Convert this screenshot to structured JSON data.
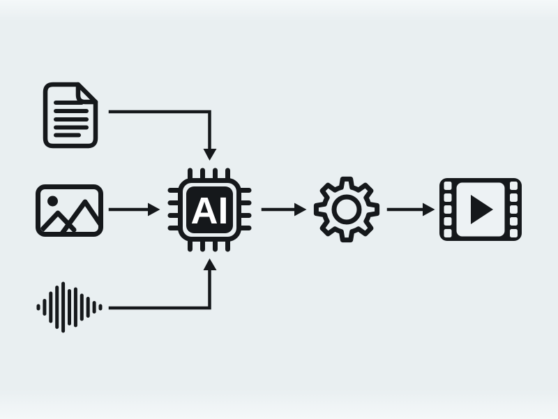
{
  "colors": {
    "background": "#e9eff1",
    "background_edge": "#f4f8f9",
    "ink": "#15181b",
    "chip_fill": "#15181b",
    "chip_label_color": "#ffffff",
    "film_screen": "#edf2f4"
  },
  "chip": {
    "label": "AI"
  },
  "waveform": {
    "bar_heights": [
      9,
      24,
      45,
      62,
      73,
      52,
      57,
      39,
      30,
      18,
      9
    ]
  },
  "nodes": [
    {
      "id": "document-input",
      "icon": "document-icon"
    },
    {
      "id": "image-input",
      "icon": "image-icon"
    },
    {
      "id": "audio-input",
      "icon": "audio-waveform-icon"
    },
    {
      "id": "ai-processor",
      "icon": "ai-chip-icon",
      "label": "AI"
    },
    {
      "id": "processing",
      "icon": "gear-icon"
    },
    {
      "id": "video-output",
      "icon": "film-play-icon"
    }
  ],
  "edges": [
    {
      "from": "document-input",
      "to": "ai-processor"
    },
    {
      "from": "image-input",
      "to": "ai-processor"
    },
    {
      "from": "audio-input",
      "to": "ai-processor"
    },
    {
      "from": "ai-processor",
      "to": "processing"
    },
    {
      "from": "processing",
      "to": "video-output"
    }
  ]
}
